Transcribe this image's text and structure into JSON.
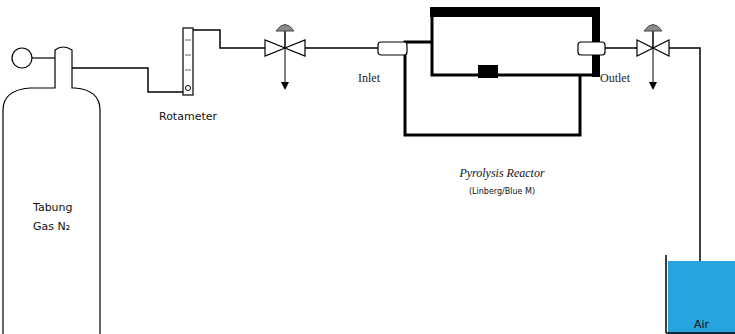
{
  "diagram": {
    "nodes": [
      {
        "text": [
          "Tabung Gas N₂"
        ]
      },
      {
        "text": [
          "Rotameter"
        ]
      },
      {
        "text": [
          "Pyrolysis Reactor",
          "(Linberg/Blue M)"
        ]
      },
      {
        "text": [
          "Air"
        ]
      }
    ],
    "edges": [
      {
        "from": 0,
        "to": 1,
        "arrow": "none"
      },
      {
        "from": 1,
        "to": 2,
        "arrow": "none"
      },
      {
        "from": 2,
        "to": 3,
        "arrow": "none"
      }
    ],
    "labels": [
      "Inlet",
      "Outlet"
    ]
  }
}
